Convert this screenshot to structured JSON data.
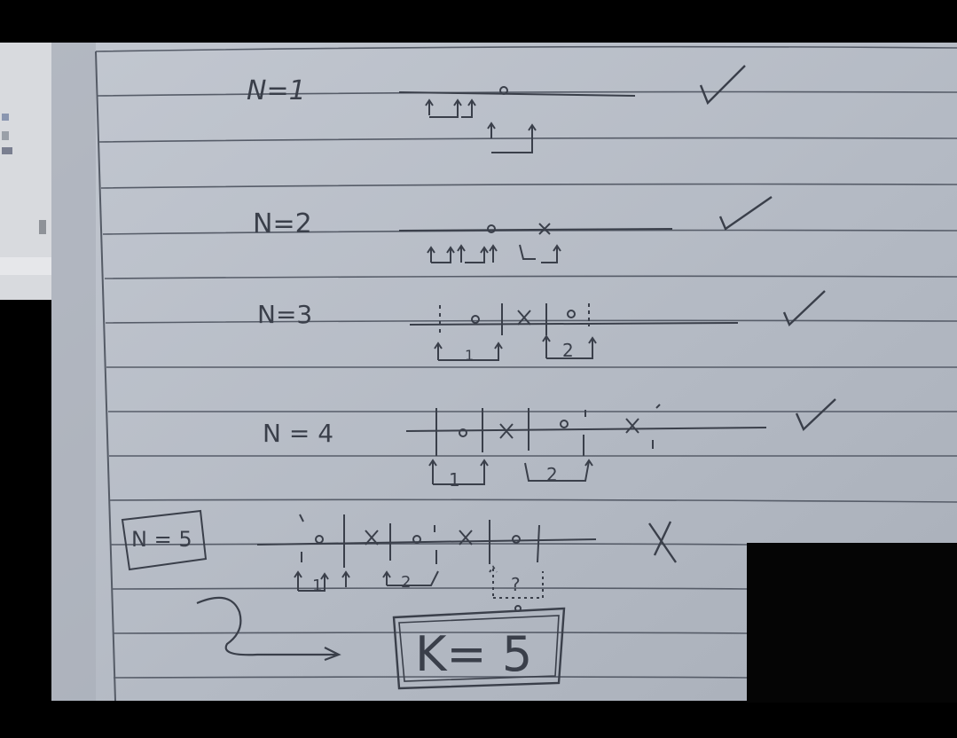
{
  "rows": [
    {
      "label": "N=1",
      "marks": [
        "o"
      ],
      "groups": [],
      "result": "✓"
    },
    {
      "label": "N=2",
      "marks": [
        "o",
        "x"
      ],
      "groups": [],
      "result": "✓"
    },
    {
      "label": "N=3",
      "marks": [
        "o",
        "x",
        "o"
      ],
      "groups": [
        "1",
        "2"
      ],
      "result": "✓"
    },
    {
      "label": "N = 4",
      "marks": [
        "o",
        "x",
        "o",
        "x"
      ],
      "groups": [
        "1",
        "2"
      ],
      "result": "✓"
    },
    {
      "label": "N = 5",
      "marks": [
        "o",
        "x",
        "o",
        "x",
        "o"
      ],
      "groups": [
        "1",
        "2",
        "?"
      ],
      "result": "X"
    }
  ],
  "conclusion": "K= 5",
  "colors": {
    "paper": "#b6bcc6",
    "ink": "#3a3f4a",
    "rule": "#5a606b"
  }
}
